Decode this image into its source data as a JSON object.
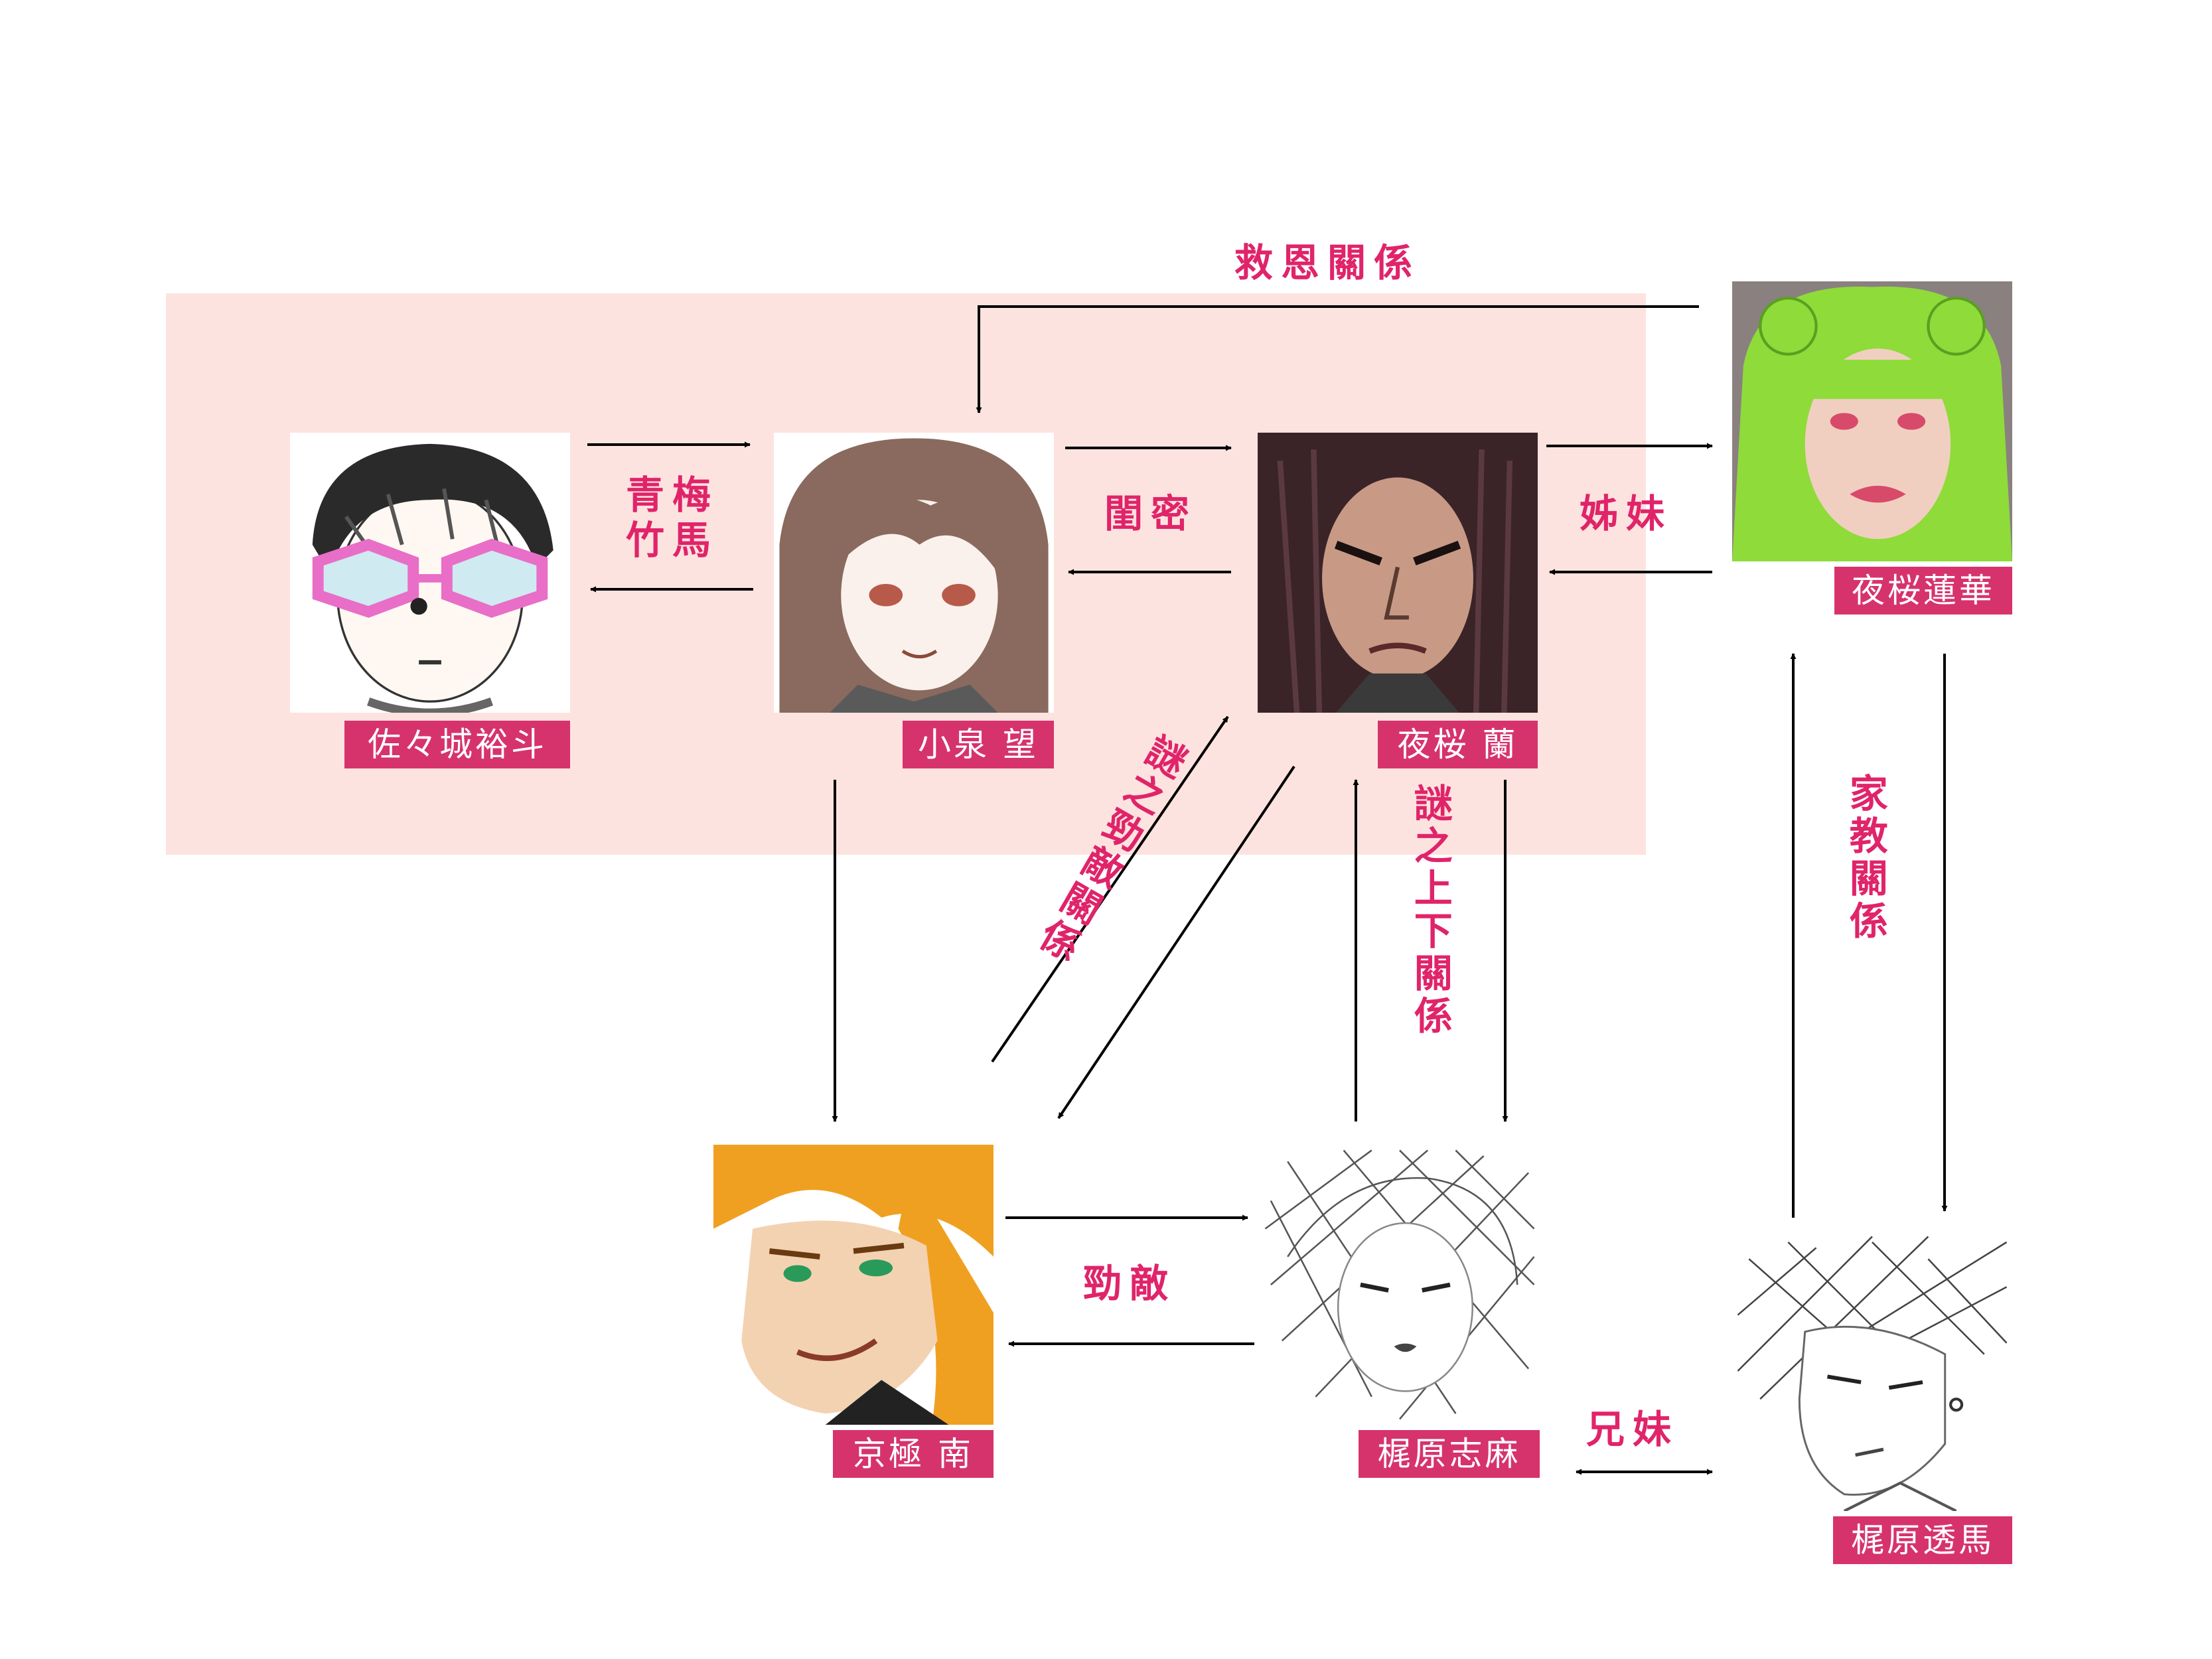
{
  "characters": {
    "sasaki": {
      "name": "佐々城裕斗",
      "hair": "#2a2a2a",
      "skin": "#fff8f2",
      "accent": "#e86ec8"
    },
    "koizumi": {
      "name": "小泉 望",
      "hair": "#8a6a5e",
      "skin": "#fbf1ec",
      "accent": "#b85a4a"
    },
    "yozakura_ran": {
      "name": "夜桜 蘭",
      "hair": "#3a2428",
      "skin": "#c89a86",
      "accent": "#5a3a40"
    },
    "yozakura_renka": {
      "name": "夜桜蓮華",
      "hair": "#8edb3a",
      "skin": "#f1cfc0",
      "accent": "#d84a6a"
    },
    "kyogoku": {
      "name": "京極 南",
      "hair": "#f0a020",
      "skin": "#f3d2b2",
      "accent": "#2a9a5a"
    },
    "kajiwara_shima": {
      "name": "梶原志麻",
      "hair": "#555555",
      "skin": "#ffffff",
      "accent": "#222222"
    },
    "kajiwara_toma": {
      "name": "梶原透馬",
      "hair": "#444444",
      "skin": "#ffffff",
      "accent": "#222222"
    }
  },
  "relations": {
    "seiume": "青梅\n竹馬",
    "kanmitsu": "閨密",
    "shimai": "姊妹",
    "kyuon": "救恩關係",
    "nazo_keiteki": "謎之勁敵關係",
    "nazo_jouge": "謎之上下關係",
    "kakyo": "家教關係",
    "keiteki": "勁敵",
    "kyomai": "兄妹"
  },
  "colors": {
    "group_background": "#fde3df",
    "label_text": "#e0246a",
    "name_tag": "#d6336c",
    "arrow": "#000000"
  }
}
